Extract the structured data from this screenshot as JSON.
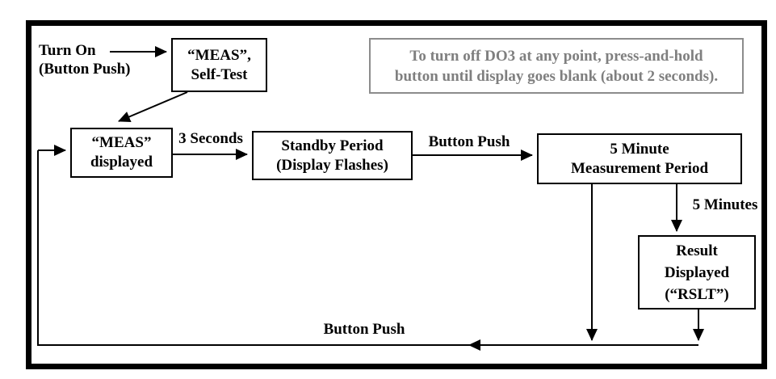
{
  "note": {
    "line1": "To turn off DO3 at any point, press-and-hold",
    "line2": "button until display goes blank (about 2 seconds).",
    "text_color": "#7f7f7f",
    "border_color": "#8c8c8c"
  },
  "labels": {
    "turn_on_line1": "Turn On",
    "turn_on_line2": "(Button Push)",
    "three_seconds": "3 Seconds",
    "button_push_top": "Button Push",
    "five_minutes": "5 Minutes",
    "button_push_bottom": "Button Push"
  },
  "nodes": {
    "self_test": {
      "line1": "“MEAS”,",
      "line2": "Self-Test"
    },
    "meas_displayed": {
      "line1": "“MEAS”",
      "line2": "displayed"
    },
    "standby": {
      "line1": "Standby Period",
      "line2": "(Display Flashes)"
    },
    "measurement": {
      "line1": "5 Minute",
      "line2": "Measurement Period"
    },
    "result": {
      "line1": "Result",
      "line2": "Displayed",
      "line3": "(“RSLT”)"
    }
  },
  "colors": {
    "line": "#000000",
    "background": "#ffffff"
  }
}
